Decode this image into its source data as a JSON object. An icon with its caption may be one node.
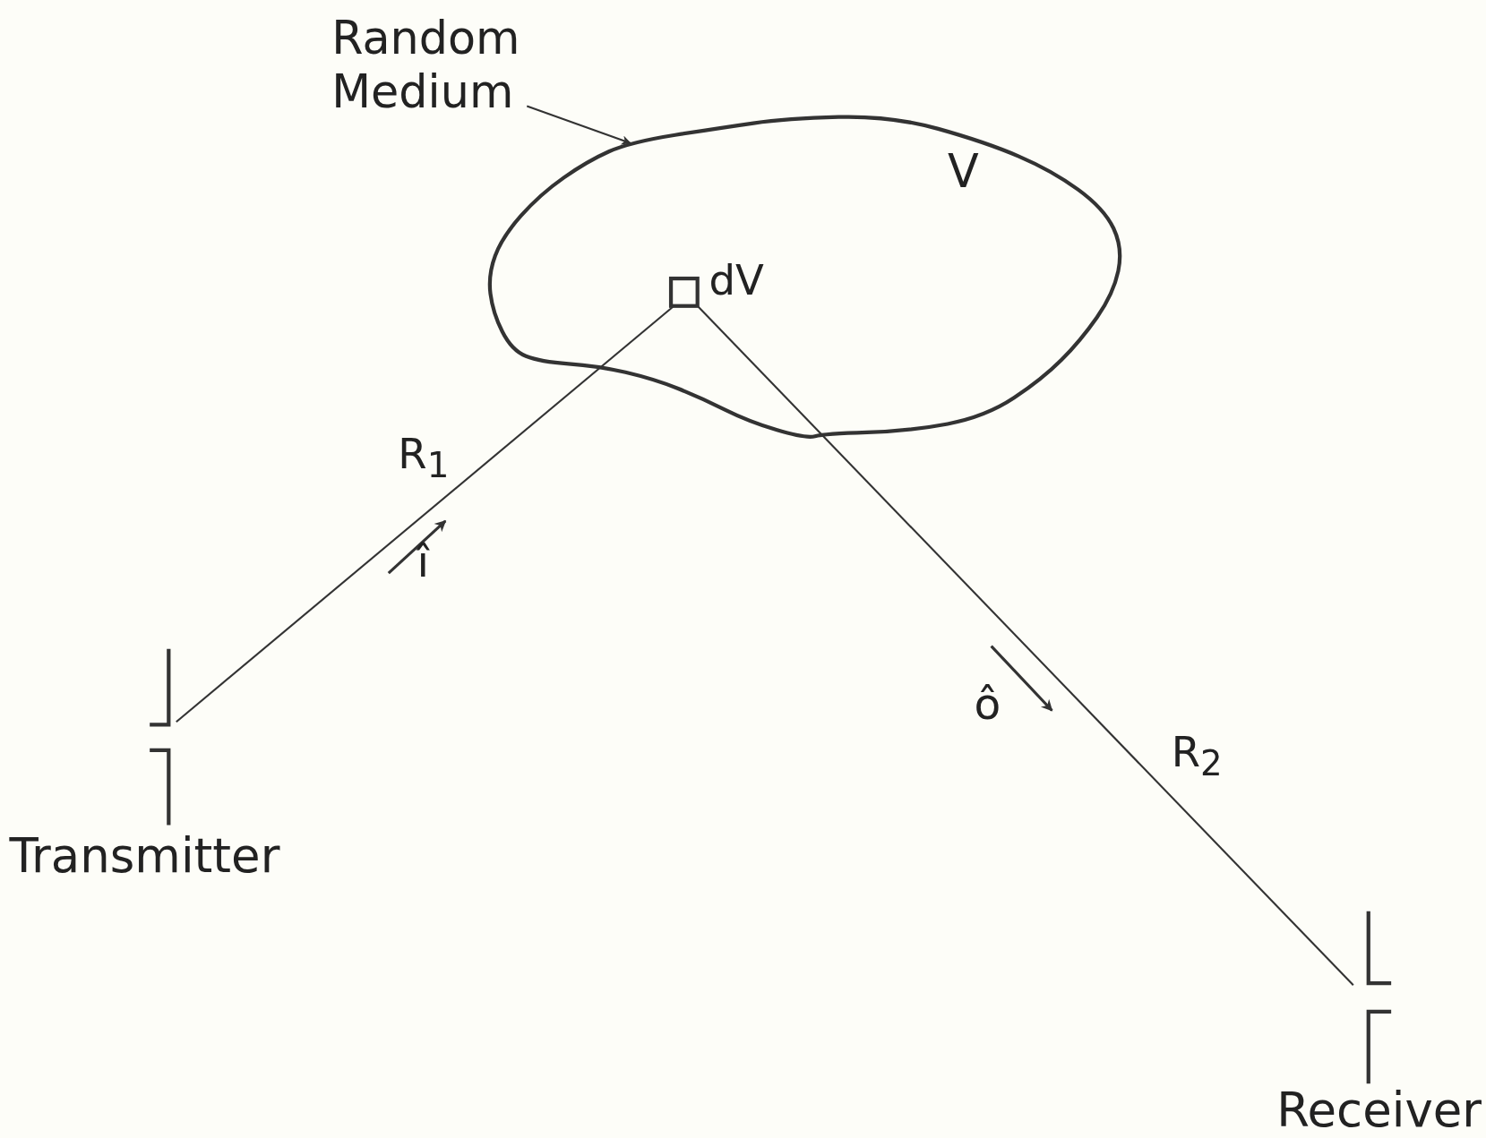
{
  "diagram": {
    "nodes": [
      {
        "text": [
          "Random Medium"
        ]
      },
      {
        "text": [
          "V"
        ]
      },
      {
        "text": [],
        "shape": "box",
        "beside": [
          "dV"
        ],
        "in": 1
      },
      {
        "text": [],
        "shape": "aperture",
        "beside": [
          "Transmitter"
        ]
      },
      {
        "text": [],
        "shape": "aperture",
        "beside": [
          "Receiver"
        ]
      }
    ],
    "edges": [
      {
        "from": 0,
        "to": 1,
        "arrow": "to"
      },
      {
        "from": 3,
        "to": 2,
        "arrow": "none",
        "label": "R$_{1}$"
      },
      {
        "from": 2,
        "to": 4,
        "arrow": "none",
        "label": "R$_{2}$"
      }
    ],
    "labels": [
      "î",
      "ô"
    ]
  }
}
